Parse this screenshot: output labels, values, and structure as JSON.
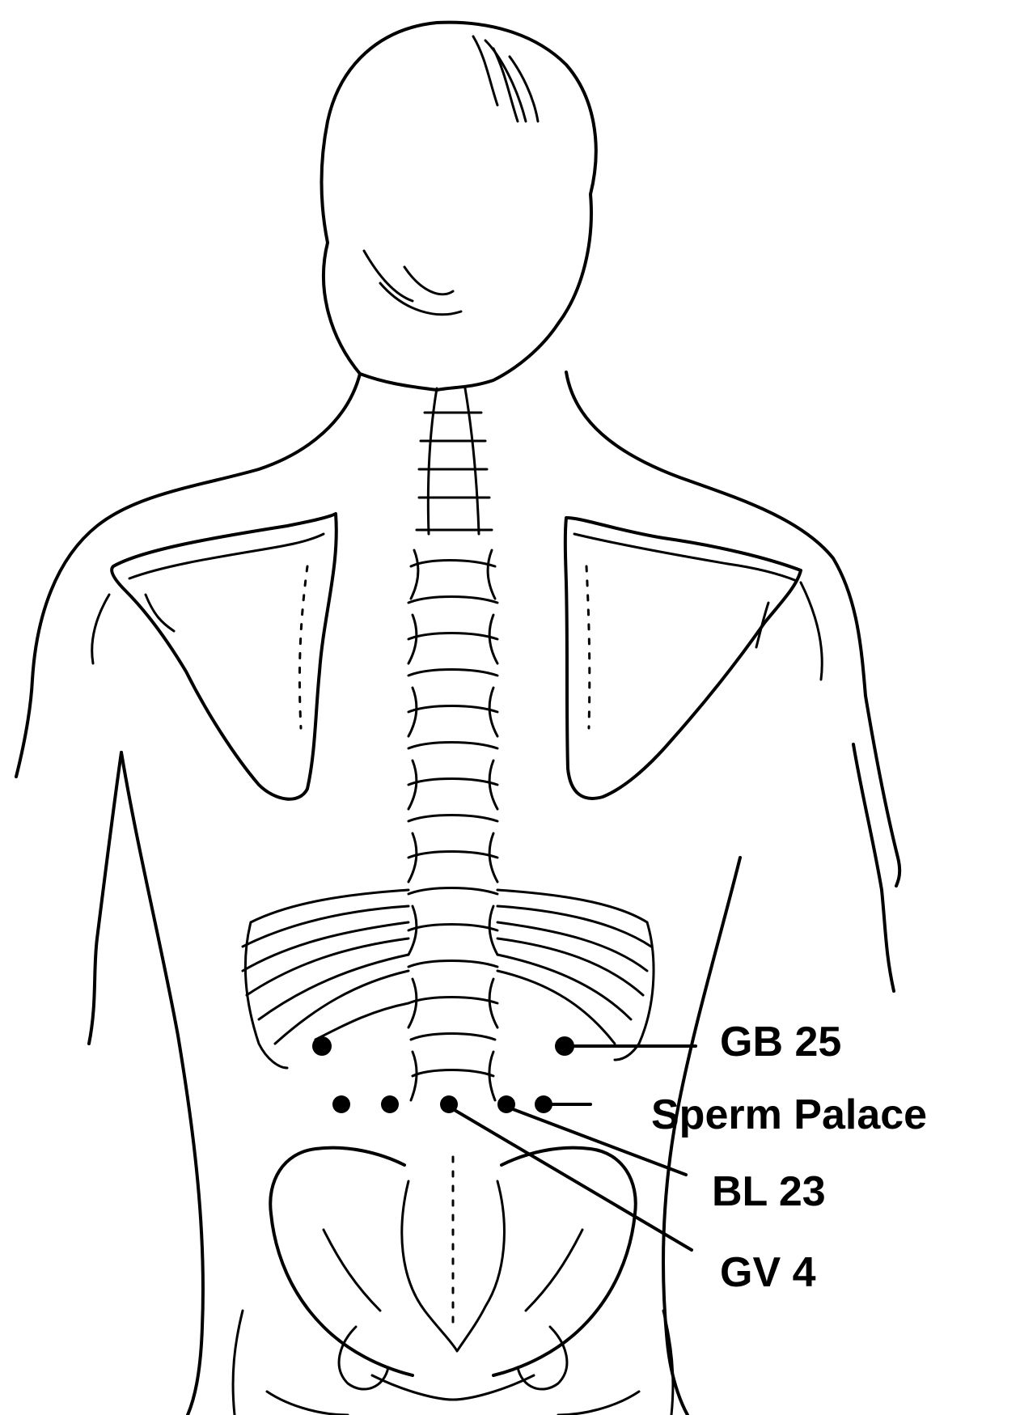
{
  "labels": {
    "gb25": "GB 25",
    "sperm_palace": "Sperm Palace",
    "bl23": "BL 23",
    "gv4": "GV 4"
  },
  "colors": {
    "ink": "#000000",
    "background": "#ffffff"
  }
}
